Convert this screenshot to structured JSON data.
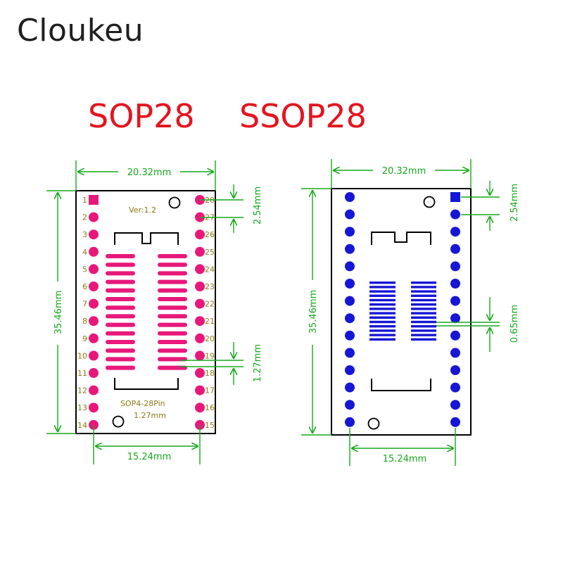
{
  "brand": "Cloukeu",
  "titles": {
    "left": "SOP28",
    "right": "SSOP28"
  },
  "colors": {
    "dimension": "#17a81c",
    "sop_pad": "#e8187a",
    "ssop_pad": "#1616d6",
    "silkscreen": "#8a7a10",
    "outline": "#000000",
    "title": "#e4141e"
  },
  "left_board": {
    "width_label": "20.32mm",
    "height_label": "35.46mm",
    "row_spacing_label": "15.24mm",
    "pitch_label": "2.54mm",
    "pad_pitch_label": "1.27mm",
    "version": "Ver:1.2",
    "footprint_name": "SOP4-28Pin",
    "footprint_pitch": "1.27mm",
    "left_pins": [
      "1",
      "2",
      "3",
      "4",
      "5",
      "6",
      "7",
      "8",
      "9",
      "10",
      "11",
      "12",
      "13",
      "14"
    ],
    "right_pins": [
      "28",
      "27",
      "26",
      "25",
      "24",
      "23",
      "22",
      "21",
      "20",
      "19",
      "18",
      "17",
      "16",
      "15"
    ]
  },
  "right_board": {
    "width_label": "20.32mm",
    "height_label": "35.46mm",
    "row_spacing_label": "15.24mm",
    "pitch_label": "2.54mm",
    "pad_pitch_label": "0.65mm"
  }
}
